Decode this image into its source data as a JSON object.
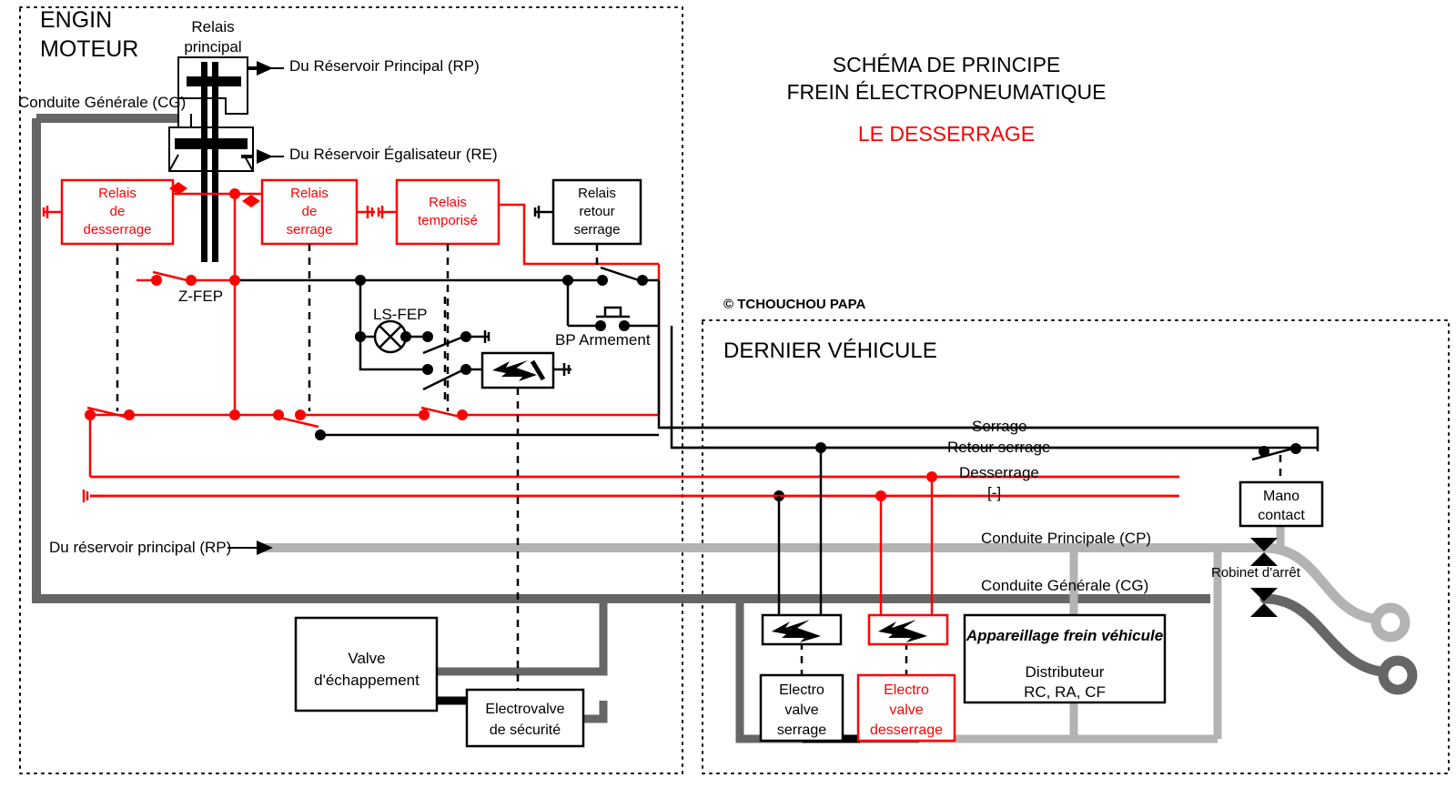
{
  "title": {
    "line1": "SCHÉMA DE PRINCIPE",
    "line2": "FREIN ÉLECTROPNEUMATIQUE",
    "highlight": "LE DESSERRAGE",
    "highlight_color": "#ff0000"
  },
  "copyright": "© TCHOUCHOU PAPA",
  "panels": {
    "left": {
      "line1": "ENGIN",
      "line2": "MOTEUR"
    },
    "right": {
      "label": "DERNIER VÉHICULE"
    }
  },
  "labels": {
    "relais_principal": "Relais\nprincipal",
    "relais_principal_l1": "Relais",
    "relais_principal_l2": "principal",
    "du_reservoir_principal": "Du Réservoir Principal (RP)",
    "du_reservoir_egalisateur": "Du Réservoir Égalisateur (RE)",
    "conduite_generale_cg_top": "Conduite Générale (CG)",
    "z_fep": "Z-FEP",
    "ls_fep": "LS-FEP",
    "bp_armement": "BP Armement",
    "du_reservoir_principal_rp_bottom": "Du réservoir principal (RP)",
    "conduite_principale_cp": "Conduite Principale (CP)",
    "conduite_generale_cg_bottom": "Conduite Générale (CG)",
    "robinet_darret": "Robinet d'arrêt"
  },
  "bus_lines": [
    {
      "name": "serrage",
      "label": "Serrage",
      "color": "#000000"
    },
    {
      "name": "retour-serrage",
      "label": "Retour serrage",
      "color": "#000000"
    },
    {
      "name": "desserrage",
      "label": "Desserrage",
      "color": "#ff0000"
    },
    {
      "name": "negative",
      "label": "[-]",
      "color": "#ff0000"
    }
  ],
  "relays": [
    {
      "name": "relais-de-desserrage",
      "lines": [
        "Relais",
        "de",
        "desserrage"
      ],
      "color": "#ff0000"
    },
    {
      "name": "relais-de-serrage",
      "lines": [
        "Relais",
        "de",
        "serrage"
      ],
      "color": "#ff0000"
    },
    {
      "name": "relais-temporise",
      "lines": [
        "Relais",
        "temporisé"
      ],
      "color": "#ff0000"
    },
    {
      "name": "relais-retour-serrage",
      "lines": [
        "Relais",
        "retour",
        "serrage"
      ],
      "color": "#000000"
    }
  ],
  "relay_text": {
    "desserrage_1": "Relais",
    "desserrage_2": "de",
    "desserrage_3": "desserrage",
    "serrage_1": "Relais",
    "serrage_2": "de",
    "serrage_3": "serrage",
    "temporise_1": "Relais",
    "temporise_2": "temporisé",
    "retour_1": "Relais",
    "retour_2": "retour",
    "retour_3": "serrage"
  },
  "boxes": {
    "valve_echappement_1": "Valve",
    "valve_echappement_2": "d'échappement",
    "electrovalve_securite_1": "Electrovalve",
    "electrovalve_securite_2": "de sécurité",
    "electro_valve_serrage_1": "Electro",
    "electro_valve_serrage_2": "valve",
    "electro_valve_serrage_3": "serrage",
    "electro_valve_desserrage_1": "Electro",
    "electro_valve_desserrage_2": "valve",
    "electro_valve_desserrage_3": "desserrage",
    "appareillage_title": "Appareillage frein véhicule",
    "appareillage_l1": "Distributeur",
    "appareillage_l2": "RC, RA, CF",
    "mano_contact_1": "Mano",
    "mano_contact_2": "contact"
  },
  "colors": {
    "red": "#ff0000",
    "black": "#000000",
    "pipe_cg": "#666666",
    "pipe_cp": "#b3b3b3",
    "dotted_border": "#000000"
  }
}
